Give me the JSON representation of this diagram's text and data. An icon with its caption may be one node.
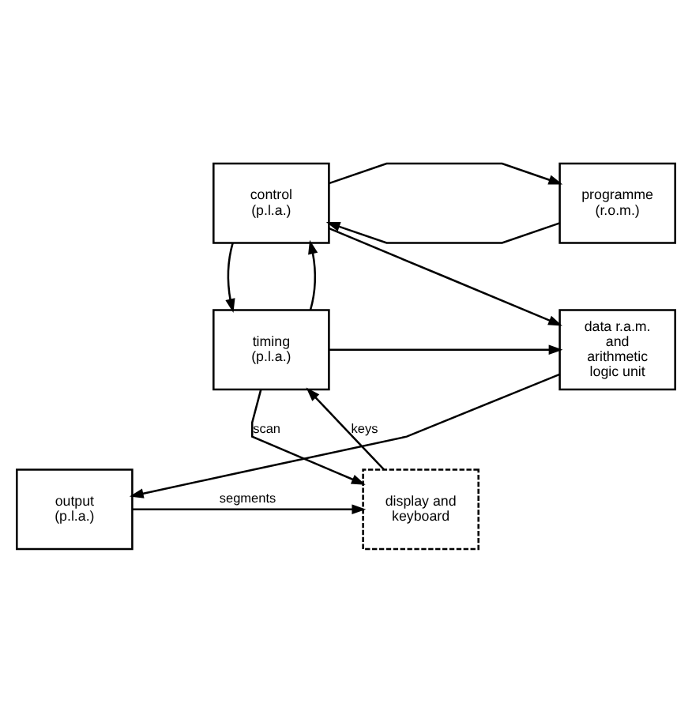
{
  "diagram": {
    "nodes": [
      {
        "text": [
          "control (p.l.a.)"
        ]
      },
      {
        "text": [
          "programme (r.o.m.)"
        ]
      },
      {
        "text": [
          "timing (p.l.a.)"
        ]
      },
      {
        "text": [
          "data r.a.m. and arithmetic logic unit"
        ]
      },
      {
        "text": [
          "display and keyboard"
        ]
      },
      {
        "text": [
          "output (p.l.a.)"
        ]
      }
    ],
    "edges": [
      {
        "from": 1,
        "to": 0,
        "arrow": "to"
      },
      {
        "from": 0,
        "to": 1,
        "arrow": "to"
      },
      {
        "from": 0,
        "to": 2,
        "arrow": "to"
      },
      {
        "from": 2,
        "to": 0,
        "arrow": "to"
      },
      {
        "from": 0,
        "to": 3,
        "arrow": "to"
      },
      {
        "from": 2,
        "to": 3,
        "arrow": "to"
      },
      {
        "from": 3,
        "to": 5,
        "arrow": "to"
      },
      {
        "from": 2,
        "to": 4,
        "arrow": "to",
        "label": "scan"
      },
      {
        "from": 4,
        "to": 2,
        "arrow": "to",
        "label": "keys"
      },
      {
        "from": 5,
        "to": 4,
        "arrow": "to",
        "label": "segments"
      }
    ]
  }
}
